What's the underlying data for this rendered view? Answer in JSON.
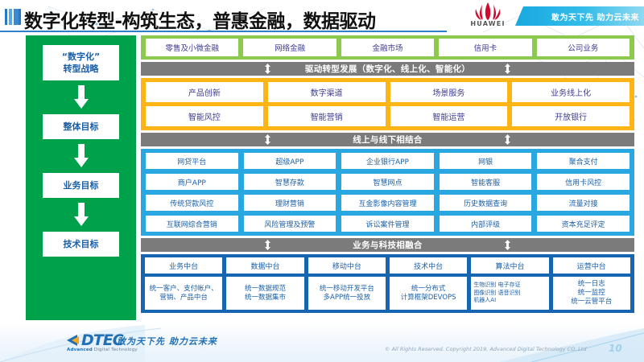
{
  "header": {
    "title": "数字化转型-构筑生态，普惠金融，数据驱动",
    "brand": "HUAWEI",
    "ribbon_slogan": "敢为天下先 助力云未来",
    "accent_blue": "#2f7fc9"
  },
  "sidebar": {
    "bg_color": "#00a14b",
    "items": [
      {
        "label": "“数字化”\n转型战略"
      },
      {
        "label": "整体目标"
      },
      {
        "label": "业务目标"
      },
      {
        "label": "技术目标"
      }
    ]
  },
  "business_lines": {
    "bg_color": "#8cc94f",
    "items": [
      "零售及小微金融",
      "网络金融",
      "金融市场",
      "信用卡",
      "公司业务"
    ]
  },
  "driver_bar": {
    "label": "驱动转型发展（数字化、线上化、智能化）",
    "bg_color": "#7b7b7b"
  },
  "transformation": {
    "bg_color": "#fcb515",
    "rows": [
      [
        "产品创新",
        "数字渠道",
        "场景服务",
        "业务线上化"
      ],
      [
        "智能风控",
        "智能营销",
        "智能运营",
        "开放银行"
      ]
    ]
  },
  "online_offline_bar": {
    "label": "线上与线下相结合",
    "bg_color": "#7b7b7b"
  },
  "channels": {
    "bg_color": "#29a7e1",
    "rows": [
      [
        "网贷平台",
        "超级APP",
        "企业银行APP",
        "网银",
        "聚合支付"
      ],
      [
        "商户APP",
        "智慧存款",
        "智慧网点",
        "智能客服",
        "信用卡风控"
      ],
      [
        "传统贷款风控",
        "理财营销",
        "互金影像内容管理",
        "历史数据查询",
        "流量对接"
      ],
      [
        "互联网综合营销",
        "风险管理及预警",
        "诉讼案件管理",
        "内部评级",
        "资本充足评定"
      ]
    ]
  },
  "fusion_bar": {
    "label": "业务与科技相融合",
    "bg_color": "#7b7b7b"
  },
  "platforms": {
    "bg_color": "#1565b0",
    "headers": [
      "业务中台",
      "数据中台",
      "移动中台",
      "技术中台",
      "算法中台",
      "运营中台"
    ],
    "descriptions": [
      "统一客户、支付帐户、营销、产品中台",
      "统一数据规范\n统一数据集市",
      "统一移动开发平台\n多APP统一投放",
      "统一分布式\n计算框架DEVOPS",
      "生物识别 电子存证\n图像识别 语音识别\n机器人AI",
      "统一日志\n统一监控\n统一云管平台"
    ]
  },
  "footer": {
    "logo_text": "DTEC",
    "logo_sub_bold": "Advanced",
    "logo_sub_rest": " Digital Technology",
    "slogan": "敢为天下先  助力云未来",
    "copyright": "© All Rights Reserved. Copyright 2019, Advanced Digital Technology CO.,Ltd",
    "page_number": "10"
  }
}
